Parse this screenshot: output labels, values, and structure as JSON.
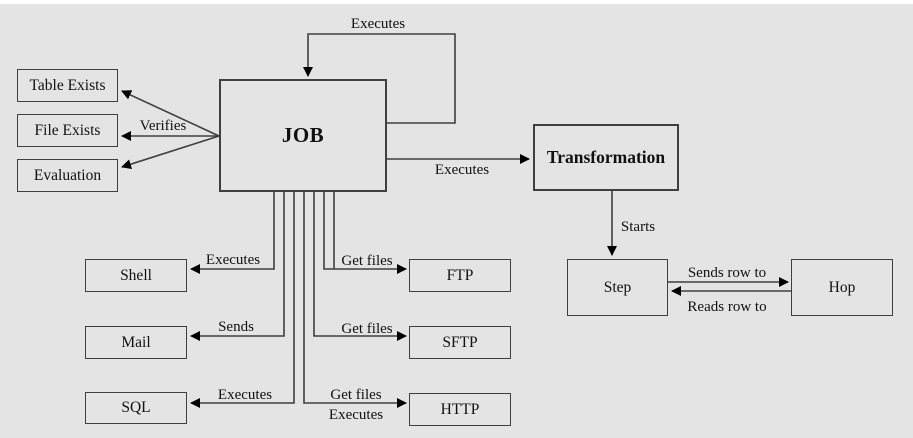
{
  "colors": {
    "background": "#e4e4e4",
    "box_border": "#3f3f3f",
    "connector_line": "#3f3f3f",
    "arrowhead": "#000000",
    "text": "#111111"
  },
  "nodes": {
    "job": {
      "label": "JOB"
    },
    "transformation": {
      "label": "Transformation"
    },
    "table_exists": {
      "label": "Table Exists"
    },
    "file_exists": {
      "label": "File Exists"
    },
    "evaluation": {
      "label": "Evaluation"
    },
    "shell": {
      "label": "Shell"
    },
    "mail": {
      "label": "Mail"
    },
    "sql": {
      "label": "SQL"
    },
    "ftp": {
      "label": "FTP"
    },
    "sftp": {
      "label": "SFTP"
    },
    "http": {
      "label": "HTTP"
    },
    "step": {
      "label": "Step"
    },
    "hop": {
      "label": "Hop"
    }
  },
  "edge_labels": {
    "job_self": "Executes",
    "job_verifies": "Verifies",
    "job_transformation": "Executes",
    "transformation_step": "Starts",
    "step_hop": "Sends row to",
    "hop_step": "Reads row to",
    "job_shell": "Executes",
    "job_mail": "Sends",
    "job_sql": "Executes",
    "job_ftp": "Get files",
    "job_sftp": "Get files",
    "job_http_get": "Get files",
    "job_http_exec": "Executes"
  },
  "edges": [
    {
      "from": "JOB",
      "to": "JOB",
      "label": "Executes"
    },
    {
      "from": "JOB",
      "to": "Table Exists",
      "label": "Verifies"
    },
    {
      "from": "JOB",
      "to": "File Exists",
      "label": "Verifies"
    },
    {
      "from": "JOB",
      "to": "Evaluation",
      "label": "Verifies"
    },
    {
      "from": "JOB",
      "to": "Transformation",
      "label": "Executes"
    },
    {
      "from": "Transformation",
      "to": "Step",
      "label": "Starts"
    },
    {
      "from": "Step",
      "to": "Hop",
      "label": "Sends row to"
    },
    {
      "from": "Hop",
      "to": "Step",
      "label": "Reads row to"
    },
    {
      "from": "JOB",
      "to": "Shell",
      "label": "Executes"
    },
    {
      "from": "JOB",
      "to": "Mail",
      "label": "Sends"
    },
    {
      "from": "JOB",
      "to": "SQL",
      "label": "Executes"
    },
    {
      "from": "JOB",
      "to": "FTP",
      "label": "Get files"
    },
    {
      "from": "JOB",
      "to": "SFTP",
      "label": "Get files"
    },
    {
      "from": "JOB",
      "to": "HTTP",
      "label": "Get files / Executes"
    }
  ]
}
